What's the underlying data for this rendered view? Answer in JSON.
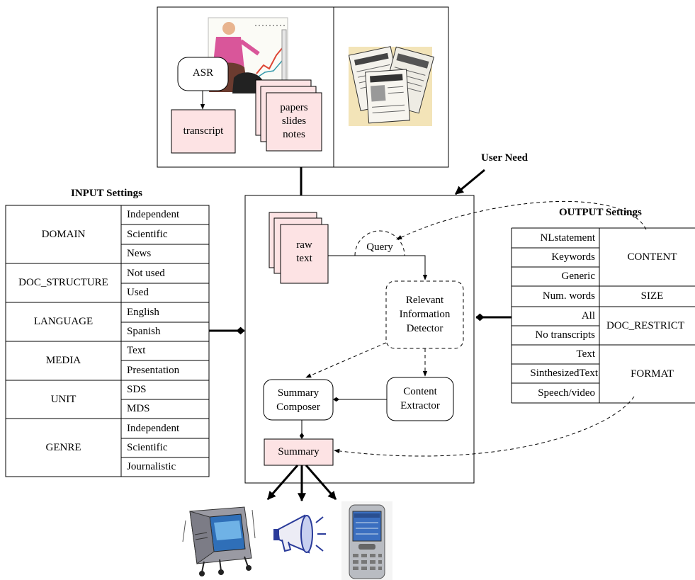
{
  "sources": {
    "asr_label": "ASR",
    "transcript_label": "transcript",
    "documents_lines": [
      "papers",
      "slides",
      "notes"
    ]
  },
  "user_need_label": "User Need",
  "input_settings": {
    "title": "INPUT Settings",
    "groups": [
      {
        "name": "DOMAIN",
        "options": [
          "Independent",
          "Scientific",
          "News"
        ]
      },
      {
        "name": "DOC_STRUCTURE",
        "options": [
          "Not used",
          "Used"
        ]
      },
      {
        "name": "LANGUAGE",
        "options": [
          "English",
          "Spanish"
        ]
      },
      {
        "name": "MEDIA",
        "options": [
          "Text",
          "Presentation"
        ]
      },
      {
        "name": "UNIT",
        "options": [
          "SDS",
          "MDS"
        ]
      },
      {
        "name": "GENRE",
        "options": [
          "Independent",
          "Scientific",
          "Journalistic"
        ]
      }
    ]
  },
  "output_settings": {
    "title": "OUTPUT Settings",
    "groups": [
      {
        "name": "CONTENT",
        "options": [
          "NLstatement",
          "Keywords",
          "Generic"
        ]
      },
      {
        "name": "SIZE",
        "options": [
          "Num. words"
        ]
      },
      {
        "name": "DOC_RESTRICT",
        "options": [
          "All",
          "No transcripts"
        ]
      },
      {
        "name": "FORMAT",
        "options": [
          "Text",
          "SinthesizedText",
          "Speech/video"
        ]
      }
    ]
  },
  "system": {
    "raw_text_lines": [
      "raw",
      "text"
    ],
    "query_label": "Query",
    "relevant_detector_lines": [
      "Relevant",
      "Information",
      "Detector"
    ],
    "content_extractor_lines": [
      "Content",
      "Extractor"
    ],
    "summary_composer_lines": [
      "Summary",
      "Composer"
    ],
    "summary_label": "Summary"
  },
  "output_devices": [
    "tv-icon",
    "megaphone-icon",
    "pda-icon"
  ],
  "colors": {
    "pink_fill": "#fde3e4",
    "stroke": "#000000"
  }
}
